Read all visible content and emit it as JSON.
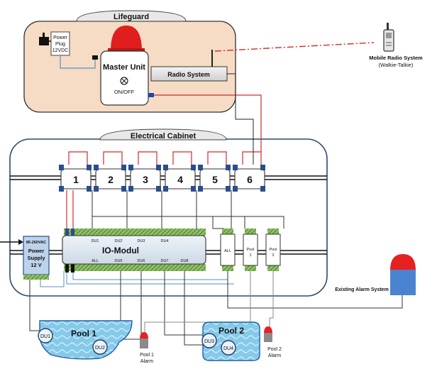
{
  "lifeguard": {
    "title": "Lifeguard",
    "power_plug": [
      "Power",
      "Plug",
      "12VDC"
    ],
    "master_unit": "Master Unit",
    "on_off": "ON/OFF",
    "radio_system": "Radio System"
  },
  "mobile_radio": {
    "title": "Mobile Radio System",
    "subtitle": "(Walkie-Talkie)"
  },
  "cabinet": {
    "title": "Electrical Cabinet",
    "relays": [
      "1",
      "2",
      "3",
      "4",
      "5",
      "6"
    ],
    "power_supply": [
      "85-260VAC",
      "Power",
      "Supply",
      "12 V"
    ],
    "io_module": "IO-Modul",
    "du_labels_top": [
      "DU1",
      "DU2",
      "DU3",
      "DU4"
    ],
    "du_labels_bottom": [
      "ALL",
      "DU5",
      "DU6",
      "DU7",
      "DU8"
    ],
    "relay_modules": [
      [
        "ALL"
      ],
      [
        "Pool",
        "1"
      ],
      [
        "Pool",
        "2"
      ]
    ]
  },
  "existing_alarm": "Existing Alarm System",
  "pool1": {
    "title": "Pool  1",
    "du_a": "DU1",
    "du_b": "DU2",
    "alarm": [
      "Pool 1",
      "Alarm"
    ]
  },
  "pool2": {
    "title": "Pool  2",
    "du_a": "DU3",
    "du_b": "DU4",
    "alarm": [
      "Pool 2",
      "Alarm"
    ]
  },
  "colors": {
    "panel_bg": "#f6dcc4",
    "cabinet_border": "#2b4a6f",
    "box_fill": "#d3e3f3",
    "siren_red": "#e52121",
    "wire_red": "#d42a2a",
    "wire_blue": "#5a8cc6",
    "wire_gray": "#8a8a8a",
    "terminal_green": "#8cc063",
    "water": "#7fc6e6"
  }
}
